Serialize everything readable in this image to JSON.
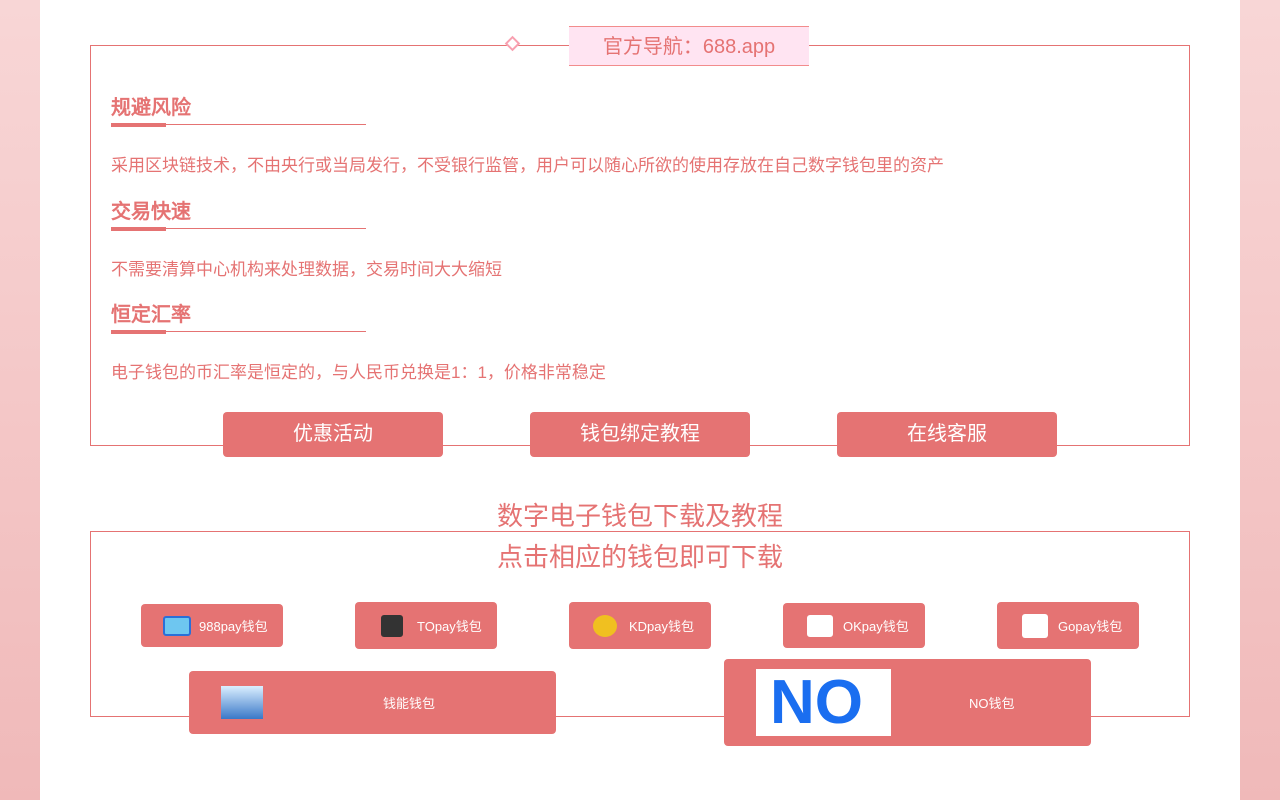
{
  "nav_title": "官方导航：688.app",
  "sections": [
    {
      "title": "规避风险",
      "text": "采用区块链技术，不由央行或当局发行，不受银行监管，用户可以随心所欲的使用存放在自己数字钱包里的资产"
    },
    {
      "title": "交易快速",
      "text": "不需要清算中心机构来处理数据，交易时间大大缩短"
    },
    {
      "title": "恒定汇率",
      "text": "电子钱包的币汇率是恒定的，与人民币兑换是1：1，价格非常稳定"
    }
  ],
  "buttons": [
    "优惠活动",
    "钱包绑定教程",
    "在线客服"
  ],
  "download_title": "数字电子钱包下载及教程",
  "download_subtitle": "点击相应的钱包即可下载",
  "wallets": [
    "988pay钱包",
    "TOpay钱包",
    "KDpay钱包",
    "OKpay钱包",
    "Gopay钱包",
    "钱能钱包",
    "NO钱包"
  ],
  "no_logo": "NO"
}
